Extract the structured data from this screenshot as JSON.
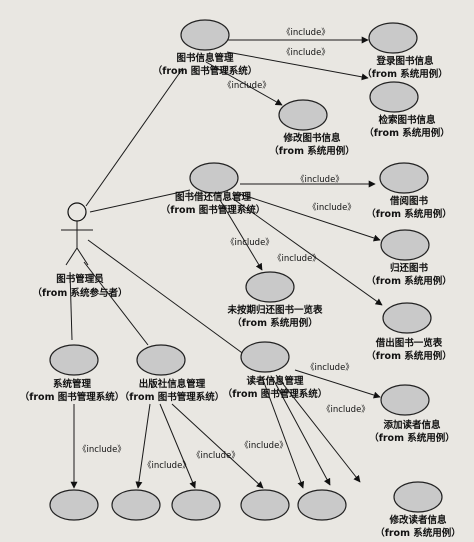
{
  "include_label": "《include》",
  "actor": {
    "name": "图书管理员",
    "stereotype": "（from 系统参与者）"
  },
  "use_cases": {
    "book_mgmt": {
      "name": "图书信息管理",
      "from": "（from 图书管理系统）"
    },
    "register_book": {
      "name": "登录图书信息",
      "from": "（from 系统用例）"
    },
    "search_book": {
      "name": "检索图书信息",
      "from": "（from 系统用例）"
    },
    "modify_book": {
      "name": "修改图书信息",
      "from": "（from 系统用例）"
    },
    "borrow_mgmt": {
      "name": "图书借还信息管理",
      "from": "（from 图书管理系统）"
    },
    "borrow_book": {
      "name": "借阅图书",
      "from": "（from 系统用例）"
    },
    "return_book": {
      "name": "归还图书",
      "from": "（from 系统用例）"
    },
    "overdue_list": {
      "name": "未按期归还图书一览表",
      "from": "（from 系统用例）"
    },
    "lent_list": {
      "name": "借出图书一览表",
      "from": "（from 系统用例）"
    },
    "system_mgmt": {
      "name": "系统管理",
      "from": "（from 图书管理系统）"
    },
    "publisher_mgmt": {
      "name": "出版社信息管理",
      "from": "（from 图书管理系统）"
    },
    "reader_mgmt": {
      "name": "读者信息管理",
      "from": "（from 图书管理系统）"
    },
    "add_reader": {
      "name": "添加读者信息",
      "from": "（from 系统用例）"
    },
    "modify_reader": {
      "name": "修改读者信息",
      "from": "（from 系统用例）"
    }
  }
}
